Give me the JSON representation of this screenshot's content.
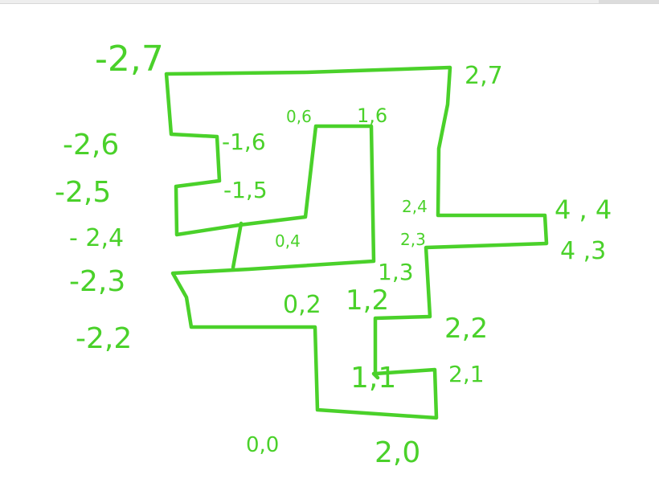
{
  "colors": {
    "ink": "#4ad12a",
    "background": "#ffffff"
  },
  "labels": {
    "m2_7": "-2,7",
    "p2_7": "2,7",
    "m2_6": "-2,6",
    "m2_5": "-2,5",
    "m2_4": "- 2,4",
    "m2_3": "-2,3",
    "m2_2": "-2,2",
    "m1_6": "-1,6",
    "m1_5": "-1,5",
    "z0_6": "0,6",
    "p1_6": "1,6",
    "z0_4": "0,4",
    "p2_4": "2,4",
    "p2_3": "2,3",
    "p1_3": "1,3",
    "p4_4": "4 , 4",
    "p4_3": "4 ,3",
    "z0_2": "0,2",
    "p1_2": "1,2",
    "p2_2": "2,2",
    "p2_1": "2,1",
    "p1_1": "1,1",
    "z0_0": "0,0",
    "p2_0": "2,0"
  }
}
